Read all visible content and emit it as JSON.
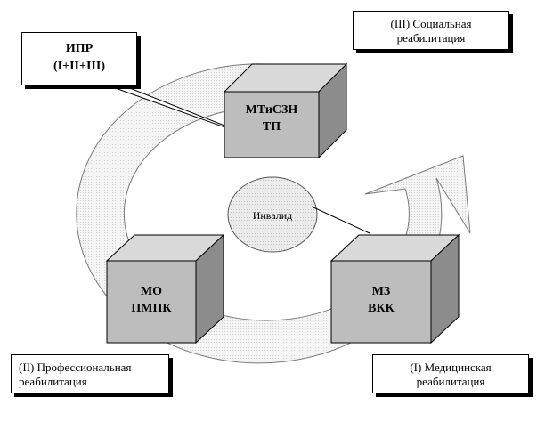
{
  "center": {
    "label": "Инвалид"
  },
  "top_box": {
    "line1": "МТиСЗН",
    "line2": "ТП"
  },
  "left_box": {
    "line1": "МО",
    "line2": "ПМПК"
  },
  "right_box": {
    "line1": "МЗ",
    "line2": "ВКК"
  },
  "ipr": {
    "line1": "ИПР",
    "line2": "(I+II+III)"
  },
  "notes": {
    "social": {
      "line1": "(III) Социальная",
      "line2": "реабилитация"
    },
    "professional": {
      "line1": "(II) Профессиональная",
      "line2": "реабилитация"
    },
    "medical": {
      "line1": "(I) Медицинская",
      "line2": "реабилитация"
    }
  },
  "colors": {
    "cube_front": "#bdbdbd",
    "cube_top": "#d9d9d9",
    "cube_side": "#8c8c8c",
    "arrow_fill": "#ececec",
    "center_fill": "#e6e6e6"
  }
}
